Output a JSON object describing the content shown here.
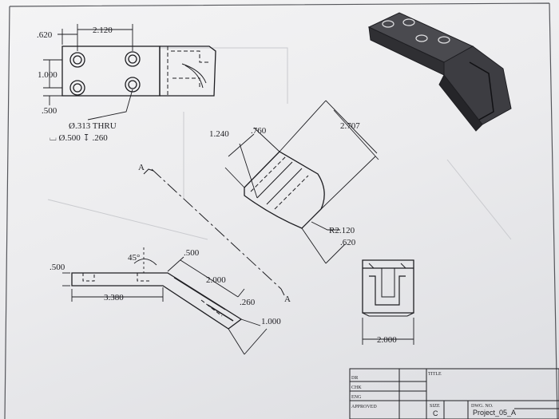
{
  "top_view": {
    "dim_left": ".620",
    "dim_width": "2.120",
    "dim_height": "1.000",
    "dim_bottom": ".500",
    "hole_note_1": "Ø.313 THRU",
    "hole_note_2": "⌴ Ø.500 ↧ .260"
  },
  "angled_view": {
    "dim_a": "1.240",
    "dim_b": ".760",
    "dim_c": "2.707",
    "dim_radius": "R2.120",
    "dim_d": ".620"
  },
  "section_marker": {
    "label_start": "A",
    "label_end": "A"
  },
  "side_view": {
    "dim_thick": ".500",
    "dim_angle": "45°",
    "dim_top": ".500",
    "dim_length": "3.380",
    "dim_leg": "2.000",
    "dim_small": ".260",
    "dim_end": "1.000"
  },
  "end_view": {
    "dim_width": "2.000"
  },
  "title_block": {
    "label_title": "TITLE",
    "label_dr": "DR",
    "label_chk": "CHK",
    "label_eng": "ENG",
    "label_approved": "APPROVED",
    "label_size": "SIZE",
    "label_dwg": "DWG. NO.",
    "size_value": "C",
    "dwg_value": "Project_05_A"
  },
  "colors": {
    "ink": "#1e1e22",
    "paper": "#efeff1",
    "render_body": "#3a3a3e"
  }
}
